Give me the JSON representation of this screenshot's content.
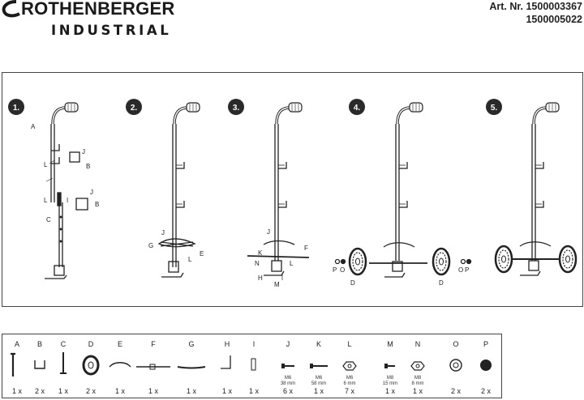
{
  "header": {
    "brand": "ROTHENBERGER",
    "division": "INDUSTRIAL",
    "article_label": "Art. Nr. 1500003367",
    "article_number_2": "1500005022"
  },
  "steps": [
    {
      "number": "1."
    },
    {
      "number": "2."
    },
    {
      "number": "3."
    },
    {
      "number": "4."
    },
    {
      "number": "5."
    }
  ],
  "callouts": {
    "s1": [
      "A",
      "J",
      "L",
      "B",
      "L",
      "I",
      "J",
      "B",
      "C"
    ],
    "s2": [
      "J",
      "G",
      "E",
      "L"
    ],
    "s3": [
      "J",
      "K",
      "F",
      "N",
      "L",
      "H",
      "M"
    ],
    "s4": [
      "P",
      "O",
      "D",
      "D",
      "O",
      "P"
    ]
  },
  "parts": [
    {
      "letter": "A",
      "qty": "1 x",
      "spec": [
        "",
        ""
      ],
      "icon": "frame-icon"
    },
    {
      "letter": "B",
      "qty": "2 x",
      "spec": [
        "",
        ""
      ],
      "icon": "bracket-icon"
    },
    {
      "letter": "C",
      "qty": "1 x",
      "spec": [
        "",
        ""
      ],
      "icon": "lower-tube-icon"
    },
    {
      "letter": "D",
      "qty": "2 x",
      "spec": [
        "",
        ""
      ],
      "icon": "wheel-icon"
    },
    {
      "letter": "E",
      "qty": "1 x",
      "spec": [
        "",
        ""
      ],
      "icon": "arc-strap-icon"
    },
    {
      "letter": "F",
      "qty": "1 x",
      "spec": [
        "",
        ""
      ],
      "icon": "axle-icon"
    },
    {
      "letter": "G",
      "qty": "1 x",
      "spec": [
        "",
        ""
      ],
      "icon": "strap-icon"
    },
    {
      "letter": "H",
      "qty": "1 x",
      "spec": [
        "",
        ""
      ],
      "icon": "foot-plate-icon"
    },
    {
      "letter": "I",
      "qty": "1 x",
      "spec": [
        "",
        ""
      ],
      "icon": "clip-icon"
    },
    {
      "letter": "J",
      "qty": "6 x",
      "spec": [
        "M6",
        "38 mm"
      ],
      "icon": "short-bolt-icon"
    },
    {
      "letter": "K",
      "qty": "1 x",
      "spec": [
        "M6",
        "58 mm"
      ],
      "icon": "long-bolt-icon"
    },
    {
      "letter": "L",
      "qty": "7 x",
      "spec": [
        "M6",
        "6 mm"
      ],
      "icon": "nut-icon"
    },
    {
      "letter": "M",
      "qty": "1 x",
      "spec": [
        "M8",
        "15 mm"
      ],
      "icon": "m8-bolt-icon"
    },
    {
      "letter": "N",
      "qty": "1 x",
      "spec": [
        "M8",
        "8 mm"
      ],
      "icon": "m8-nut-icon"
    },
    {
      "letter": "O",
      "qty": "2 x",
      "spec": [
        "",
        ""
      ],
      "icon": "washer-icon"
    },
    {
      "letter": "P",
      "qty": "2 x",
      "spec": [
        "",
        ""
      ],
      "icon": "cap-icon"
    }
  ]
}
